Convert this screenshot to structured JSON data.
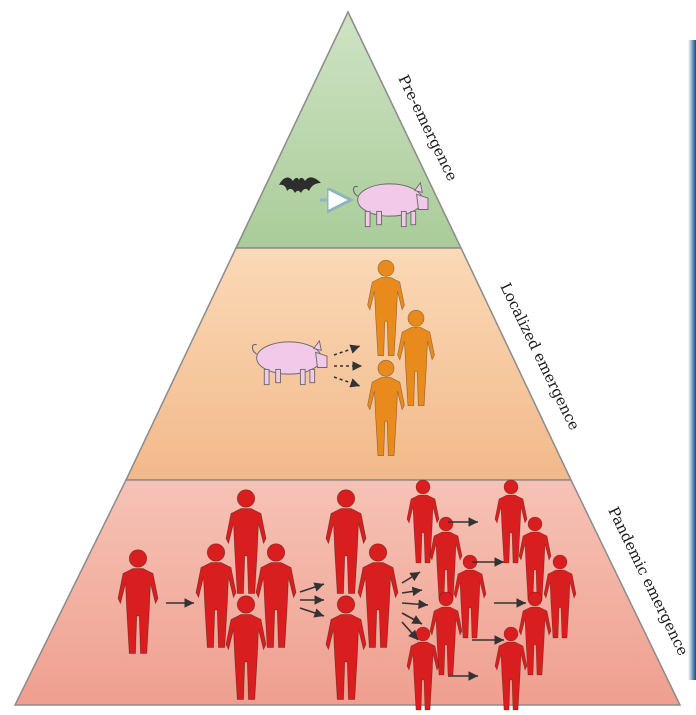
{
  "diagram": {
    "type": "pyramid",
    "tiers": [
      {
        "label": "Pre-emergence",
        "fill_top": "#cfe3c4",
        "fill_bottom": "#a9cc99",
        "content": "bat-to-pig transmission"
      },
      {
        "label": "Localized emergence",
        "fill_top": "#fbd9b7",
        "fill_bottom": "#f2b98a",
        "content": "pig-to-human transmission"
      },
      {
        "label": "Pandemic emergence",
        "fill_top": "#f6c3b6",
        "fill_bottom": "#ef9f8f",
        "content": "human-to-human spread"
      }
    ],
    "colors": {
      "outline": "#8b8b8b",
      "pig": "#f3c9ea",
      "pig_outline": "#6b6b6b",
      "bat": "#2d2d2d",
      "local_human": "#e88a1c",
      "pandemic_human": "#d81e1e",
      "arrow": "#333333",
      "green_arrow": "#8fb4bf"
    }
  }
}
